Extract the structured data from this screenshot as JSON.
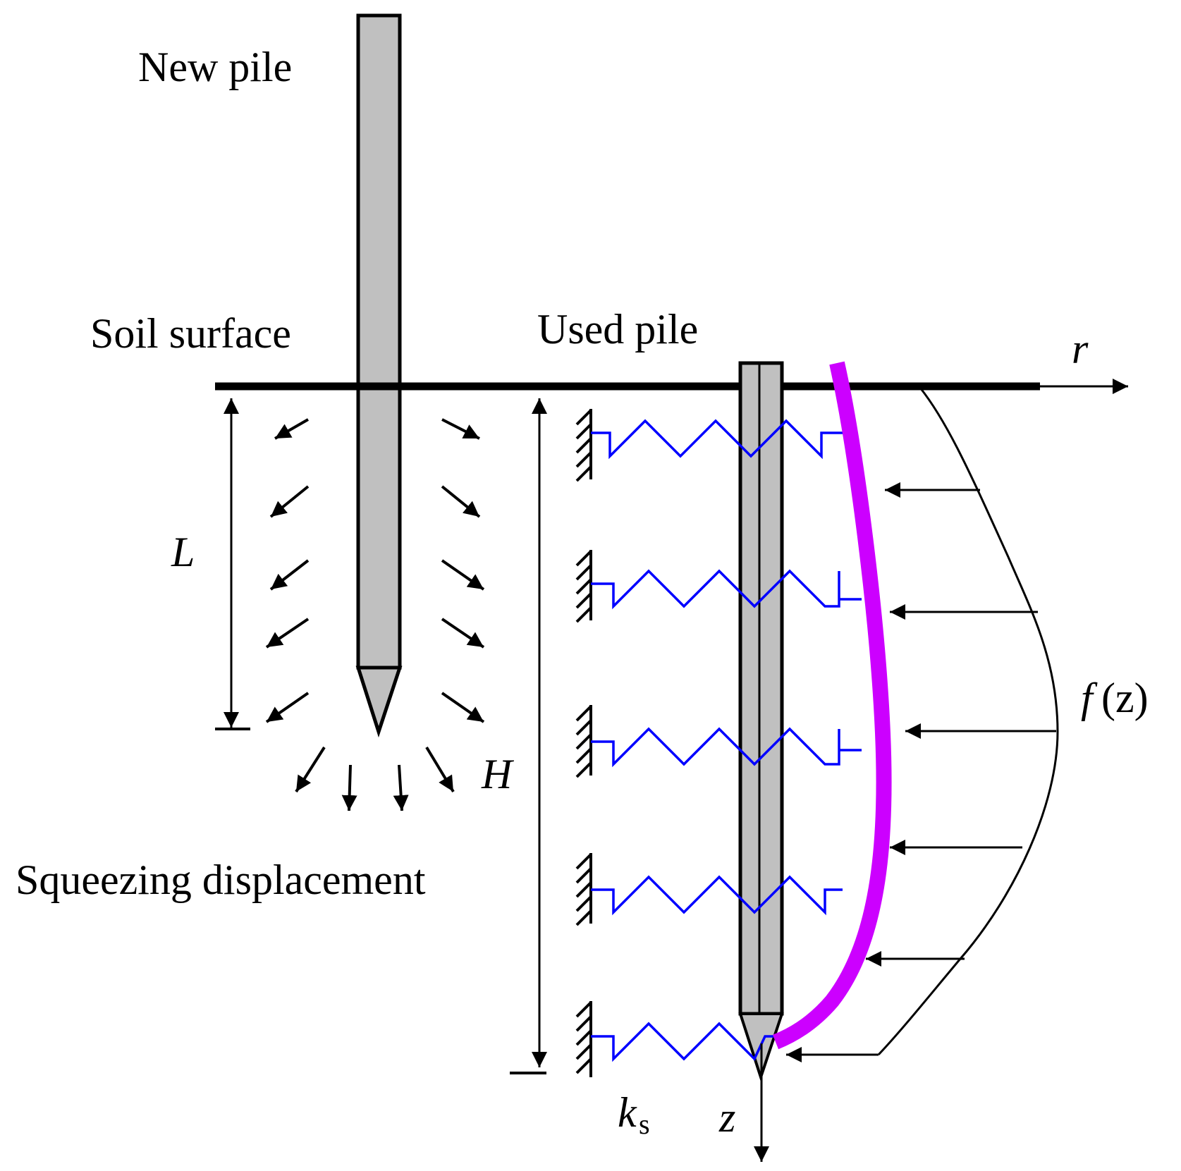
{
  "labels": {
    "new_pile": "New pile",
    "soil_surface": "Soil surface",
    "used_pile": "Used pile",
    "squeezing_displacement": "Squeezing displacement",
    "axis_r": "r",
    "axis_z": "z",
    "dim_L": "L",
    "dim_H": "H",
    "load_f": "f",
    "load_f_arg": "(z)",
    "spring_k": "k",
    "spring_k_sub": "s"
  },
  "colors": {
    "pile_fill": "#c0c0c0",
    "spring": "#0000ff",
    "deflection": "#cc00ff",
    "ink": "#000000"
  }
}
